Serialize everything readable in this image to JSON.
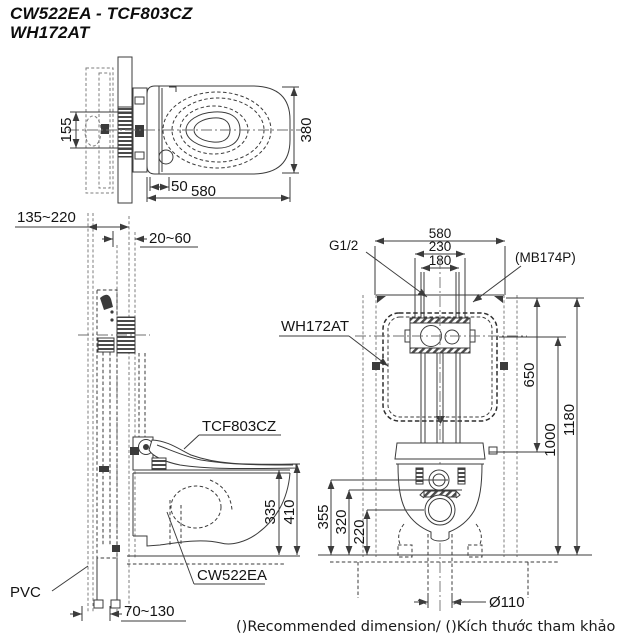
{
  "title": {
    "line1": "CW522EA - TCF803CZ",
    "line2": "WH172AT"
  },
  "plan_view": {
    "dim_depth": "155",
    "dim_width": "380",
    "dim_offset": "50",
    "dim_length": "580"
  },
  "side_view": {
    "dim_cavity": "135~220",
    "dim_finish": "20~60",
    "dim_rim_height": "335",
    "dim_seat_height": "410",
    "dim_drain_offset": "70~130",
    "label_seat": "TCF803CZ",
    "label_bowl": "CW522EA",
    "label_pipe": "PVC"
  },
  "front_view": {
    "dim_frame_width": "580",
    "dim_bolt_span": "230",
    "dim_pipe_span": "180",
    "dim_support_height": "650",
    "dim_supply_height": "1000",
    "dim_frame_height": "1180",
    "dim_inlet_height": "355",
    "dim_flange_height": "320",
    "dim_drain_height": "220",
    "dim_drain_diameter": "Ø110",
    "label_supply": "G1/2",
    "label_panel": "(MB174P)",
    "label_frame": "WH172AT"
  },
  "footer": {
    "note": "()Recommended dimension/ ()Kích thước tham khảo"
  }
}
